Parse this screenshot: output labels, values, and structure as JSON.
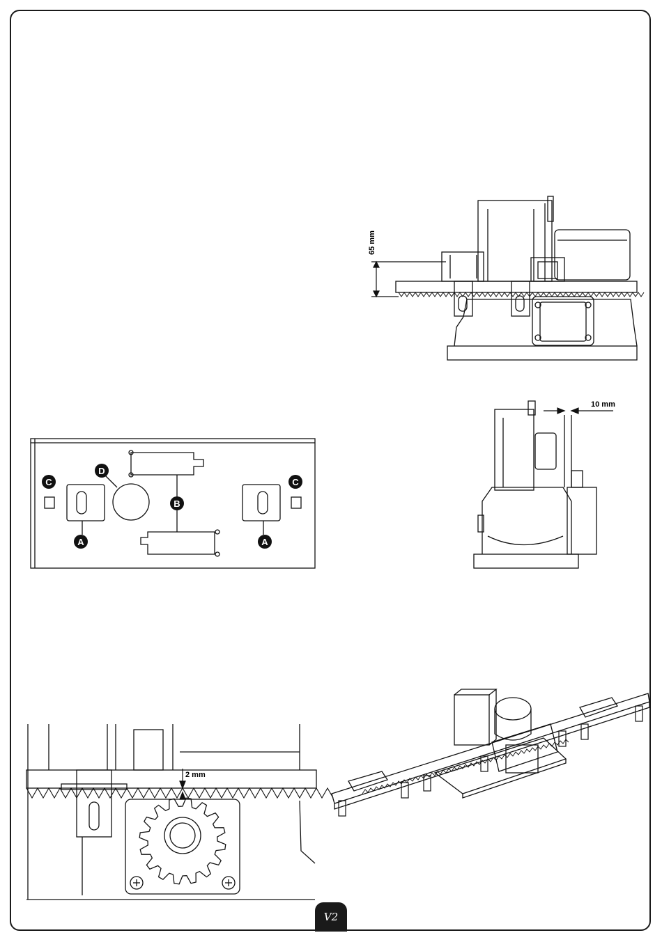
{
  "figures": {
    "height": {
      "dimension": "65 mm"
    },
    "plate": {
      "label_a": "A",
      "label_b": "B",
      "label_c": "C",
      "label_d": "D"
    },
    "offset": {
      "dimension": "10 mm"
    },
    "gap": {
      "dimension": "2 mm"
    }
  },
  "logo": {
    "text": "V2"
  }
}
